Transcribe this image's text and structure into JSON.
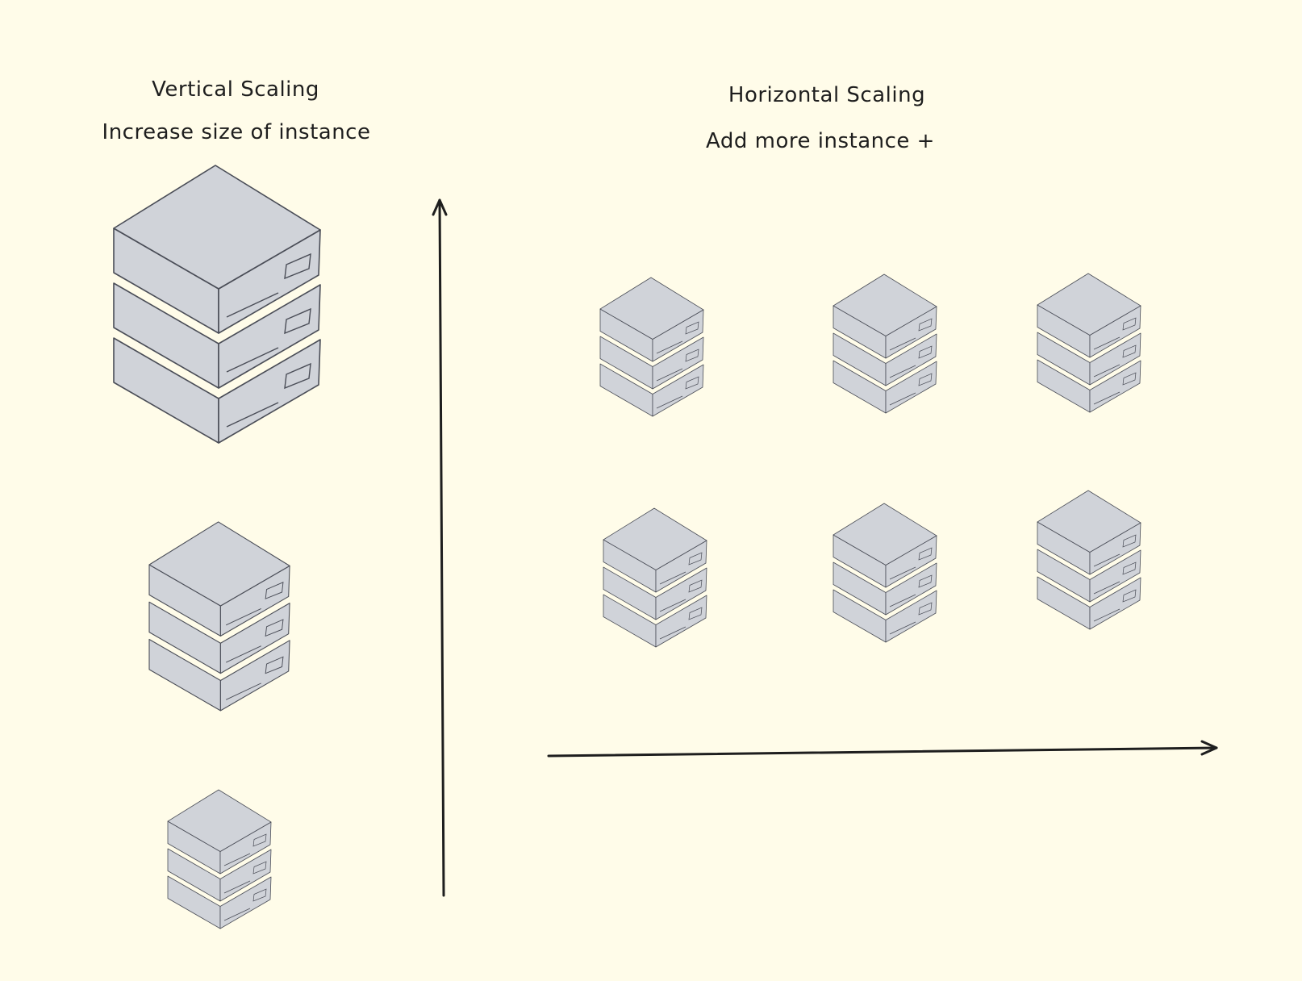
{
  "vertical": {
    "title": "Vertical Scaling",
    "subtitle": "Increase size of instance"
  },
  "horizontal": {
    "title": "Horizontal Scaling",
    "subtitle": "Add more instance +"
  },
  "colors": {
    "background": "#fffce9",
    "server_fill": "#d0d3d9",
    "server_stroke": "#4a4d57",
    "arrow": "#1e1e1e",
    "text": "#1e1e1e"
  },
  "icon": "server-rack-icon"
}
